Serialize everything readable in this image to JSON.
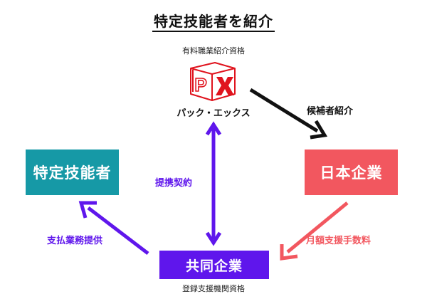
{
  "title": "特定技能者を紹介",
  "top_caption": "有料職業紹介資格",
  "logo": {
    "label": "パック・エックス",
    "colors": {
      "red": "#e0141e",
      "line": "#e0141e"
    }
  },
  "nodes": {
    "left": {
      "label": "特定技能者",
      "color": "#1699a6"
    },
    "right": {
      "label": "日本企業",
      "color": "#f2575f"
    },
    "bottom": {
      "label": "共同企業",
      "color": "#5f16ec",
      "caption": "登録支援機関資格"
    }
  },
  "edges": {
    "top_right": {
      "label": "候補者紹介",
      "color": "#111111"
    },
    "center": {
      "label": "提携契約",
      "color": "#5f16ec"
    },
    "left": {
      "label": "支払業務提供",
      "color": "#5f16ec"
    },
    "right": {
      "label": "月額支援手数料",
      "color": "#f2575f"
    }
  }
}
